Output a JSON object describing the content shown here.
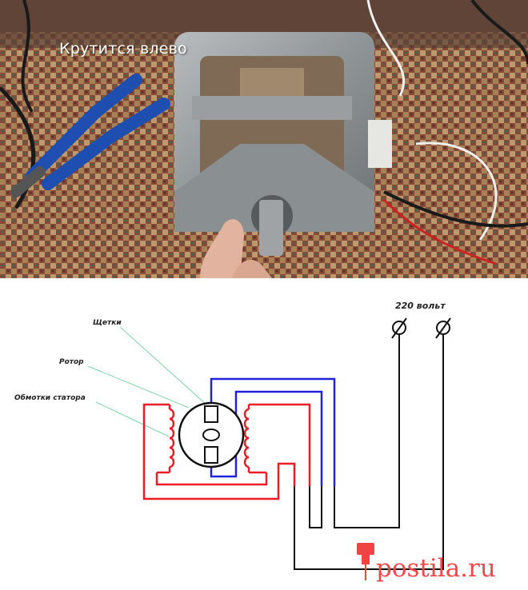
{
  "photo": {
    "caption": "Крутится влево"
  },
  "diagram": {
    "label_brushes": "Щетки",
    "label_rotor": "Ротор",
    "label_stator": "Обмотки статора",
    "label_voltage": "220 вольт"
  },
  "watermark": {
    "text": "postila.ru"
  },
  "colors": {
    "red_wire": "#ee1c24",
    "blue_wire": "#2222dd",
    "black_wire": "#111111",
    "pointer_lines": "#7fd3a6"
  }
}
